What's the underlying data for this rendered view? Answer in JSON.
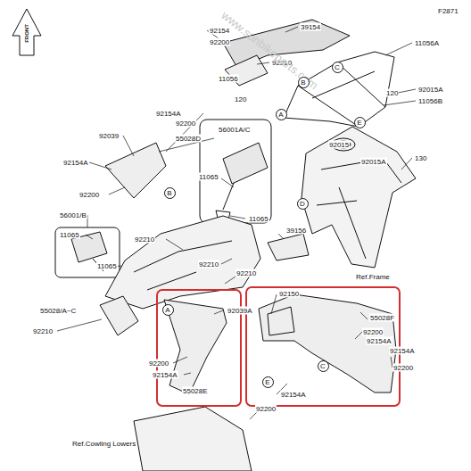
{
  "diagram": {
    "nodes": [
      {
        "text": [
          "FRONT"
        ]
      },
      {
        "text": [
          "C"
        ]
      },
      {
        "text": [
          "B"
        ]
      },
      {
        "text": [
          "A"
        ]
      },
      {
        "text": [
          "E"
        ]
      },
      {
        "text": [
          "B"
        ]
      },
      {
        "text": [
          "D"
        ]
      },
      {
        "text": [
          "A"
        ]
      },
      {
        "text": [
          "C"
        ]
      },
      {
        "text": [
          "E"
        ]
      }
    ],
    "labels": [
      "F2871",
      "92154",
      "92200",
      "39154",
      "11056A",
      "92210",
      "11056",
      "120",
      "92015A",
      "11056B",
      "120",
      "92154A",
      "92200",
      "92039",
      "55028D",
      "56001A/C",
      "130",
      "92154A",
      "92015",
      "92015A",
      "92200",
      "11065",
      "11065",
      "56001/B",
      "11065",
      "92210",
      "39156",
      "11065",
      "92210",
      "Ref.Frame",
      "92210",
      "55028/A~C",
      "92150",
      "92039A",
      "55028F",
      "92210",
      "92200",
      "92154A",
      "92154A",
      "92200",
      "92154A",
      "92200",
      "55028E",
      "92154A",
      "92200",
      "Ref.Cowling Lowers",
      "www.sunbikeparts.com"
    ]
  }
}
